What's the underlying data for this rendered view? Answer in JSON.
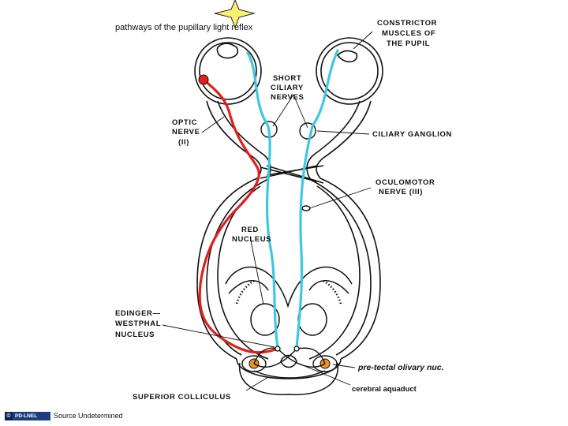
{
  "title": "pathways of the pupillary light reflex",
  "labels": {
    "constrictor": [
      "CONSTRICTOR",
      "MUSCLES OF",
      "THE  PUPIL"
    ],
    "short_ciliary": [
      "SHORT",
      "CILIARY",
      "NERVES"
    ],
    "optic": [
      "OPTIC",
      "NERVE",
      "(II)"
    ],
    "ciliary_ganglion": "CILIARY GANGLION",
    "oculomotor": [
      "OCULOMOTOR",
      "NERVE (III)"
    ],
    "red_nucleus": [
      "RED",
      "NUCLEUS"
    ],
    "edinger": [
      "EDINGER—",
      "WESTPHAL",
      "NUCLEUS"
    ],
    "pretectal": "pre-tectal olivary nuc.",
    "aqueduct": "cerebral aquaduct",
    "colliculus": "SUPERIOR  COLLICULUS"
  },
  "footer": {
    "logo_text": "PD-LNEL",
    "logo_mark": "©",
    "source": "Source Undetermined"
  },
  "colors": {
    "afferent": "#e0201a",
    "efferent": "#3ec8e0",
    "pretectal_nucleus": "#f0921e",
    "star": "#f7f170",
    "outline": "#111111"
  }
}
